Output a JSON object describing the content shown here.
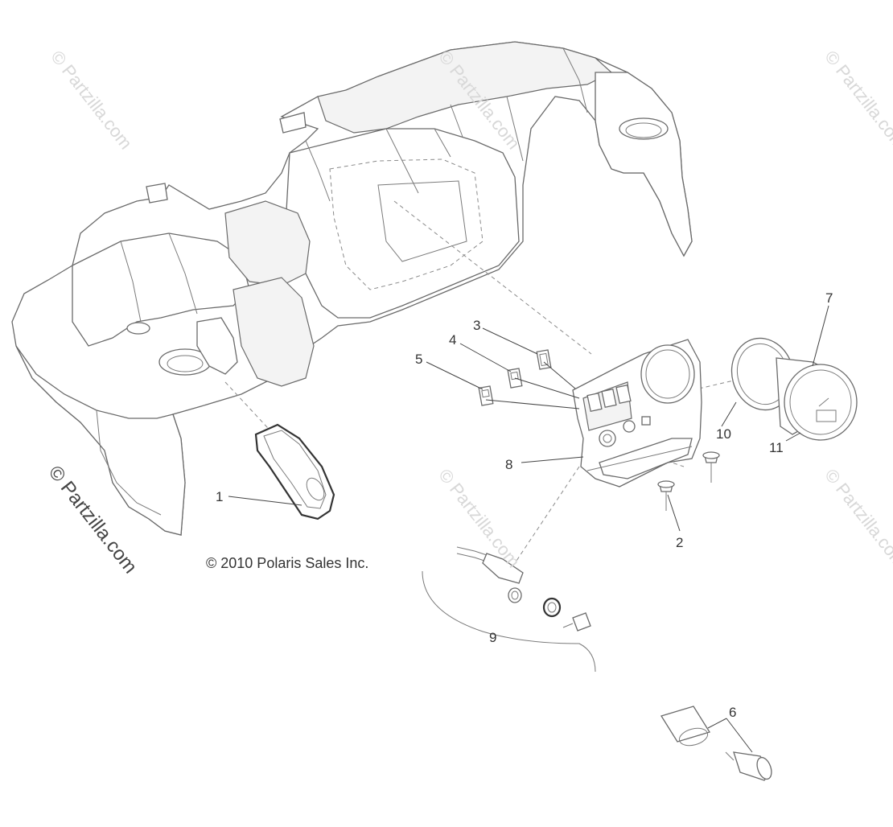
{
  "watermarks": {
    "text": "© Partzilla.com"
  },
  "copyright": "© 2010 Polaris Sales Inc.",
  "callouts": {
    "c1": "1",
    "c2": "2",
    "c3": "3",
    "c4": "4",
    "c5": "5",
    "c6": "6",
    "c7": "7",
    "c8": "8",
    "c9": "9",
    "c10": "10",
    "c11": "11"
  },
  "colors": {
    "line": "#6a6a6a",
    "watermark": "#d8d8d8",
    "text": "#333333"
  }
}
